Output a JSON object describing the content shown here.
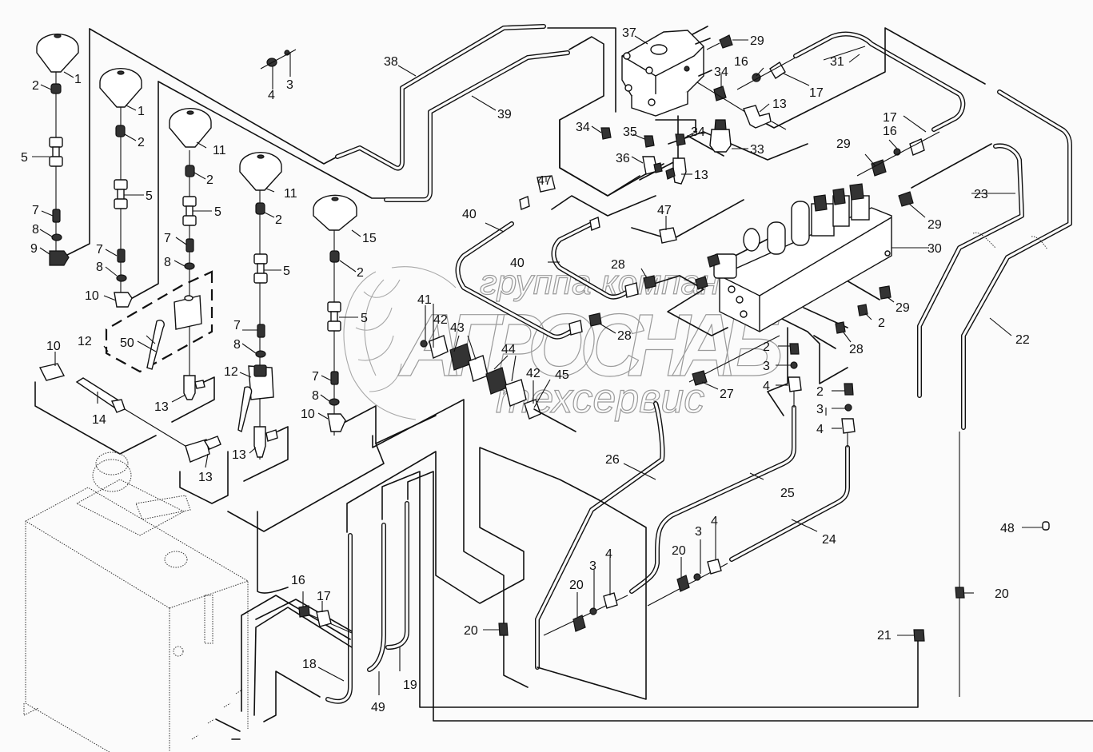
{
  "diagram": {
    "type": "exploded-parts-diagram",
    "subject": "hydraulic lines, accumulators, valve block and tank",
    "watermark": {
      "line1": "группа компаний",
      "line2": "АГРОСНАБ",
      "line3": "техсервис"
    },
    "callouts": [
      {
        "id": "c1a",
        "label": "1"
      },
      {
        "id": "c1b",
        "label": "1"
      },
      {
        "id": "c2a",
        "label": "2"
      },
      {
        "id": "c2b",
        "label": "2"
      },
      {
        "id": "c2c",
        "label": "2"
      },
      {
        "id": "c2d",
        "label": "2"
      },
      {
        "id": "c2e",
        "label": "2"
      },
      {
        "id": "c2f",
        "label": "2"
      },
      {
        "id": "c2g",
        "label": "2"
      },
      {
        "id": "c2h",
        "label": "2"
      },
      {
        "id": "c3a",
        "label": "3"
      },
      {
        "id": "c3b",
        "label": "3"
      },
      {
        "id": "c3c",
        "label": "3"
      },
      {
        "id": "c3d",
        "label": "3"
      },
      {
        "id": "c3e",
        "label": "3"
      },
      {
        "id": "c4a",
        "label": "4"
      },
      {
        "id": "c4b",
        "label": "4"
      },
      {
        "id": "c4c",
        "label": "4"
      },
      {
        "id": "c4d",
        "label": "4"
      },
      {
        "id": "c4e",
        "label": "4"
      },
      {
        "id": "c5a",
        "label": "5"
      },
      {
        "id": "c5b",
        "label": "5"
      },
      {
        "id": "c5c",
        "label": "5"
      },
      {
        "id": "c5d",
        "label": "5"
      },
      {
        "id": "c5e",
        "label": "5"
      },
      {
        "id": "c7a",
        "label": "7"
      },
      {
        "id": "c7b",
        "label": "7"
      },
      {
        "id": "c7c",
        "label": "7"
      },
      {
        "id": "c7d",
        "label": "7"
      },
      {
        "id": "c7e",
        "label": "7"
      },
      {
        "id": "c8a",
        "label": "8"
      },
      {
        "id": "c8b",
        "label": "8"
      },
      {
        "id": "c8c",
        "label": "8"
      },
      {
        "id": "c8d",
        "label": "8"
      },
      {
        "id": "c8e",
        "label": "8"
      },
      {
        "id": "c9",
        "label": "9"
      },
      {
        "id": "c10a",
        "label": "10"
      },
      {
        "id": "c10b",
        "label": "10"
      },
      {
        "id": "c10c",
        "label": "10"
      },
      {
        "id": "c11a",
        "label": "11"
      },
      {
        "id": "c11b",
        "label": "11"
      },
      {
        "id": "c12a",
        "label": "12"
      },
      {
        "id": "c12b",
        "label": "12"
      },
      {
        "id": "c13a",
        "label": "13"
      },
      {
        "id": "c13b",
        "label": "13"
      },
      {
        "id": "c13c",
        "label": "13"
      },
      {
        "id": "c13d",
        "label": "13"
      },
      {
        "id": "c13e",
        "label": "13"
      },
      {
        "id": "c14",
        "label": "14"
      },
      {
        "id": "c15",
        "label": "15"
      },
      {
        "id": "c16a",
        "label": "16"
      },
      {
        "id": "c16b",
        "label": "16"
      },
      {
        "id": "c16c",
        "label": "16"
      },
      {
        "id": "c17a",
        "label": "17"
      },
      {
        "id": "c17b",
        "label": "17"
      },
      {
        "id": "c17c",
        "label": "17"
      },
      {
        "id": "c18",
        "label": "18"
      },
      {
        "id": "c19",
        "label": "19"
      },
      {
        "id": "c20a",
        "label": "20"
      },
      {
        "id": "c20b",
        "label": "20"
      },
      {
        "id": "c20c",
        "label": "20"
      },
      {
        "id": "c20d",
        "label": "20"
      },
      {
        "id": "c21",
        "label": "21"
      },
      {
        "id": "c22",
        "label": "22"
      },
      {
        "id": "c23",
        "label": "23"
      },
      {
        "id": "c24",
        "label": "24"
      },
      {
        "id": "c25",
        "label": "25"
      },
      {
        "id": "c26",
        "label": "26"
      },
      {
        "id": "c27",
        "label": "27"
      },
      {
        "id": "c28a",
        "label": "28"
      },
      {
        "id": "c28b",
        "label": "28"
      },
      {
        "id": "c28c",
        "label": "28"
      },
      {
        "id": "c29a",
        "label": "29"
      },
      {
        "id": "c29b",
        "label": "29"
      },
      {
        "id": "c29c",
        "label": "29"
      },
      {
        "id": "c29d",
        "label": "29"
      },
      {
        "id": "c30",
        "label": "30"
      },
      {
        "id": "c31",
        "label": "31"
      },
      {
        "id": "c33",
        "label": "33"
      },
      {
        "id": "c34a",
        "label": "34"
      },
      {
        "id": "c34b",
        "label": "34"
      },
      {
        "id": "c34c",
        "label": "34"
      },
      {
        "id": "c35",
        "label": "35"
      },
      {
        "id": "c36",
        "label": "36"
      },
      {
        "id": "c37",
        "label": "37"
      },
      {
        "id": "c38",
        "label": "38"
      },
      {
        "id": "c39",
        "label": "39"
      },
      {
        "id": "c40a",
        "label": "40"
      },
      {
        "id": "c40b",
        "label": "40"
      },
      {
        "id": "c41",
        "label": "41"
      },
      {
        "id": "c42a",
        "label": "42"
      },
      {
        "id": "c42b",
        "label": "42"
      },
      {
        "id": "c43",
        "label": "43"
      },
      {
        "id": "c44",
        "label": "44"
      },
      {
        "id": "c45",
        "label": "45"
      },
      {
        "id": "c47a",
        "label": "47"
      },
      {
        "id": "c47b",
        "label": "47"
      },
      {
        "id": "c48",
        "label": "48"
      },
      {
        "id": "c49",
        "label": "49"
      },
      {
        "id": "c50",
        "label": "50"
      }
    ]
  }
}
